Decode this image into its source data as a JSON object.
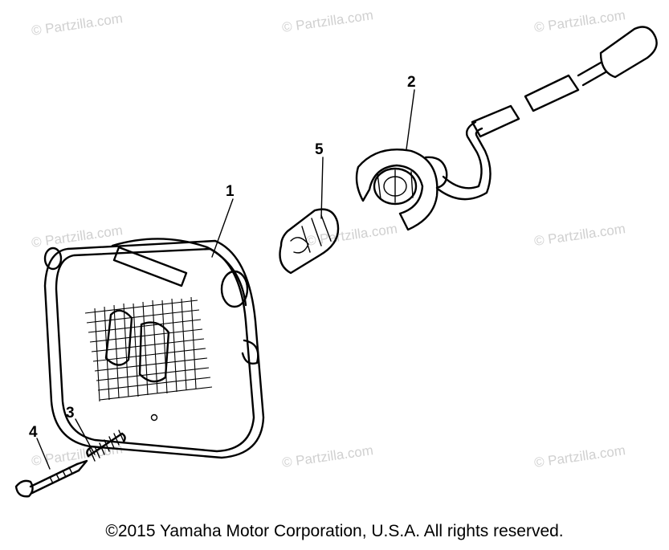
{
  "watermark": "© Partzilla.com",
  "callouts": {
    "c1": "1",
    "c2": "2",
    "c3": "3",
    "c4": "4",
    "c5": "5"
  },
  "copyright": "©2015  Yamaha Motor Corporation, U.S.A. All rights reserved."
}
